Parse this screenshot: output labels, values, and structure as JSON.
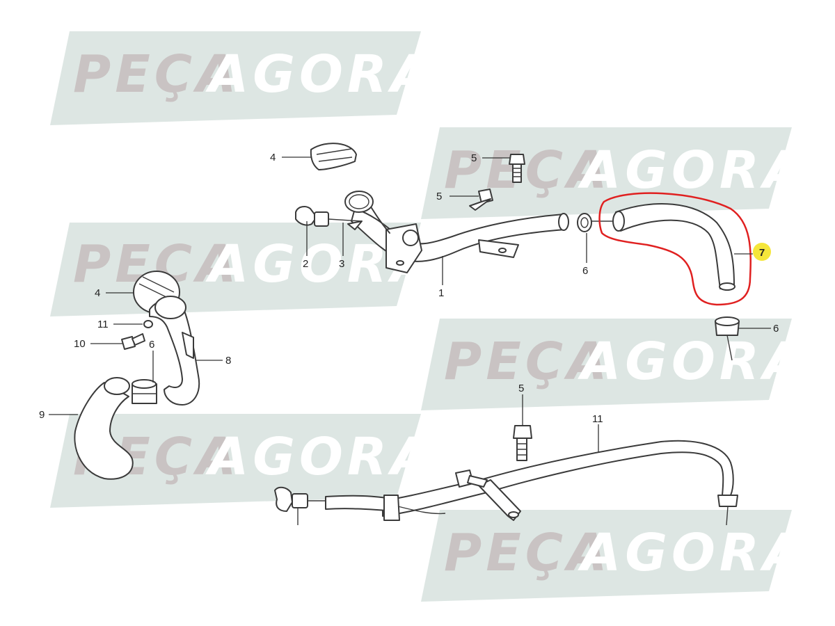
{
  "watermark": {
    "left_text": "PEÇA",
    "right_text": "AGORA",
    "band_color": "#dde6e3",
    "left_color": "#c9c3c3",
    "right_color": "#ffffff"
  },
  "callouts": [
    "1",
    "2",
    "3",
    "4",
    "5",
    "6",
    "7",
    "8",
    "9",
    "10",
    "11"
  ],
  "highlight": {
    "part_number": "7",
    "outline_color": "#e02020",
    "badge_color": "#f5e63a"
  }
}
